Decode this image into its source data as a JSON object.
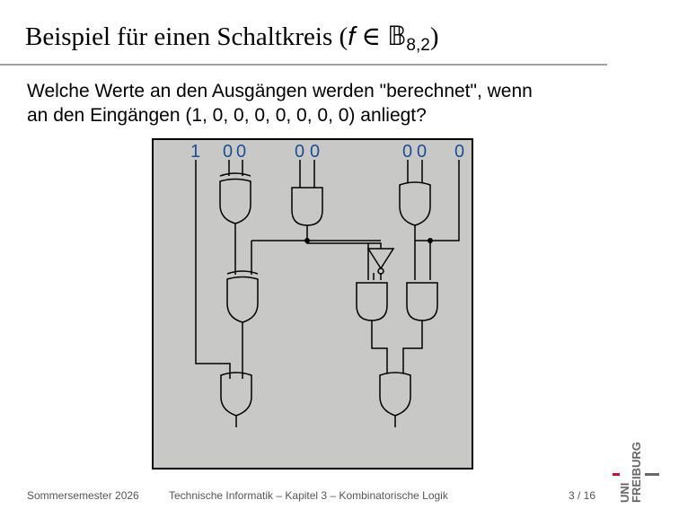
{
  "slide": {
    "title_main": "Beispiel für einen Schaltkreis (",
    "title_var": "f",
    "title_in": " ∈ ",
    "title_set": "𝔹",
    "title_sub": "8,2",
    "title_close": ")",
    "question_line1": "Welche Werte an den Ausgängen werden \"berechnet\", wenn",
    "question_line2": "an den Eingängen (1, 0, 0, 0, 0, 0, 0, 0) anliegt?"
  },
  "circuit": {
    "input_values": [
      "1",
      "0",
      "0",
      "0",
      "0",
      "0",
      "0",
      "0"
    ],
    "label_color": "#1f4e96",
    "background_color": "#c8c9c6"
  },
  "footer": {
    "semester": "Sommersemester 2026",
    "course": "Technische Informatik – Kapitel 3 – Kombinatorische Logik",
    "page": "3 / 16"
  },
  "logo": {
    "text_uni": "UNI",
    "text_freiburg": "FREIBURG",
    "accent": "#c8102e"
  }
}
